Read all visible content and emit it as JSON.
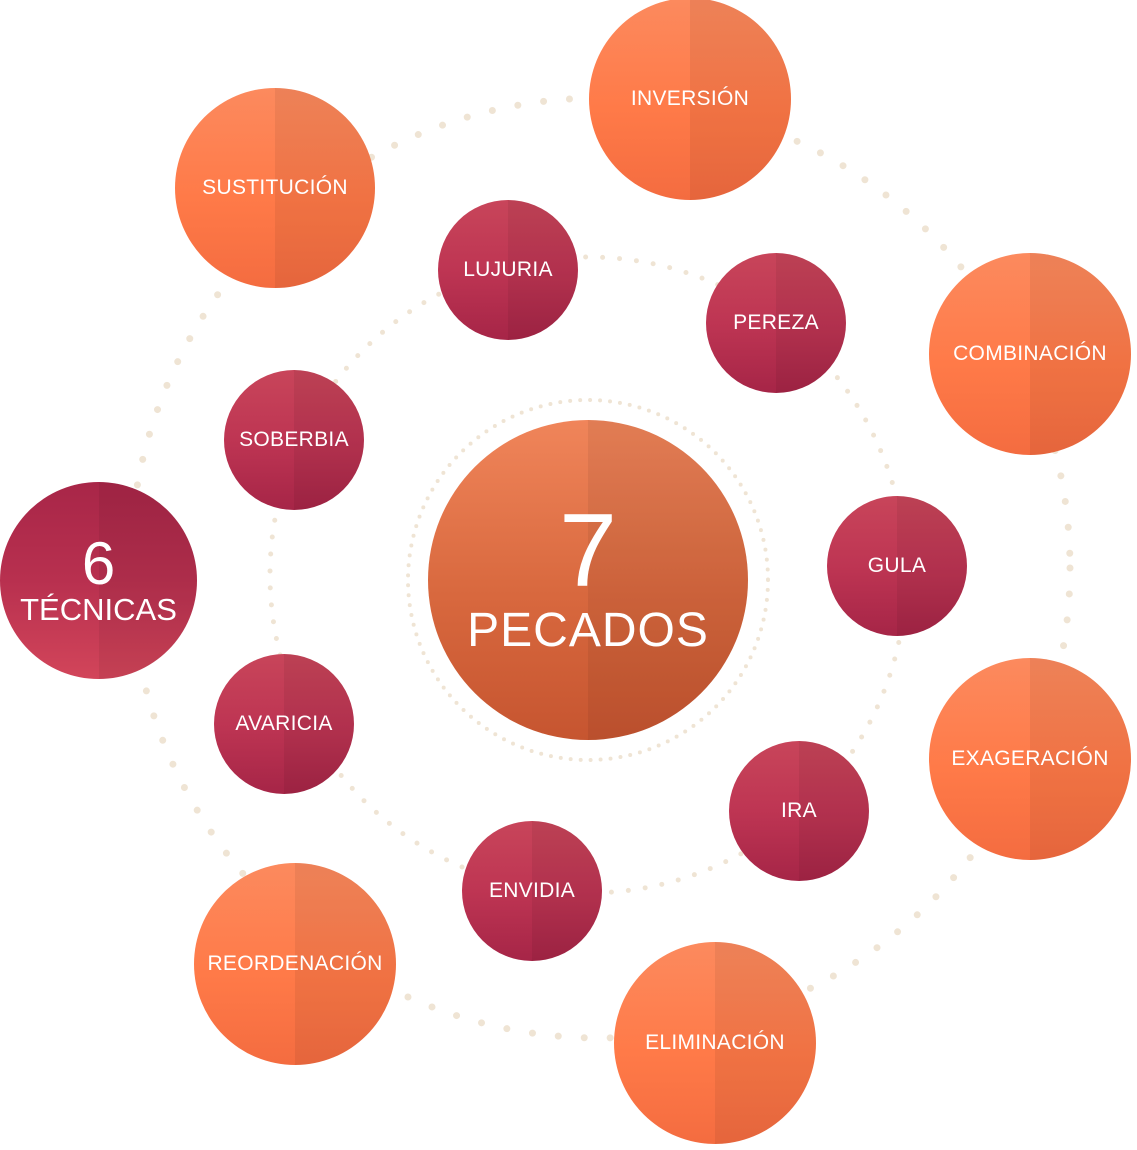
{
  "center": {
    "number": "7",
    "label": "PECADOS"
  },
  "techniques_badge": {
    "number": "6",
    "label": "TÉCNICAS"
  },
  "techniques": {
    "inversion": "INVERSIÓN",
    "sustitucion": "SUSTITUCIÓN",
    "combinacion": "COMBINACIÓN",
    "exageracion": "EXAGERACIÓN",
    "eliminacion": "ELIMINACIÓN",
    "reordenacion": "REORDENACIÓN"
  },
  "sins": {
    "lujuria": "LUJURIA",
    "pereza": "PEREZA",
    "soberbia": "SOBERBIA",
    "gula": "GULA",
    "avaricia": "AVARICIA",
    "ira": "IRA",
    "envidia": "ENVIDIA"
  },
  "colors": {
    "technique": "#ff7a48",
    "sin": "#be3553",
    "center": "#d8683e",
    "dots": "#efe4d4"
  }
}
